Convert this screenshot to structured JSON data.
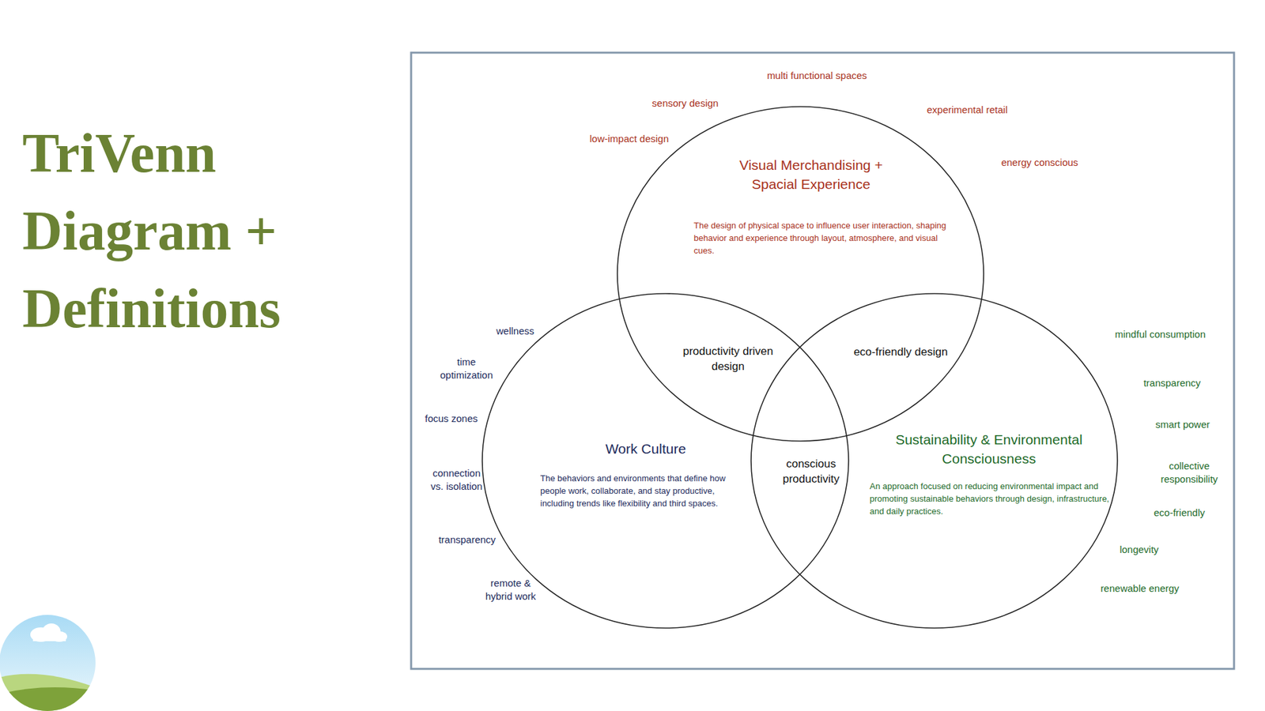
{
  "diagram": {
    "title": "TriVenn Diagram + Definitions",
    "nodes": [
      {
        "text": [
          "Visual Merchandising + Spacial Experience",
          "The design of physical space to influence user interaction, shaping behavior and experience through layout, atmosphere, and visual cues."
        ]
      },
      {
        "text": [
          "Work Culture",
          "The behaviors and environments that define how people work, collaborate, and stay productive, including trends like flexibility and third spaces."
        ]
      },
      {
        "text": [
          "Sustainability & Environmental Consciousness",
          "An approach focused on reducing environmental impact and promoting sustainable behaviors through design, infrastructure, and daily practices."
        ]
      }
    ],
    "labels": [
      "multi functional spaces",
      "sensory design",
      "experimental retail",
      "low-impact design",
      "energy conscious",
      "productivity driven design",
      "eco-friendly design",
      "conscious productivity",
      "wellness",
      "time optimization",
      "focus zones",
      "connection vs. isolation",
      "transparency",
      "remote & hybrid work",
      "mindful consumption",
      "transparency",
      "smart power",
      "collective responsibility",
      "eco-friendly",
      "longevity",
      "renewable energy"
    ]
  }
}
